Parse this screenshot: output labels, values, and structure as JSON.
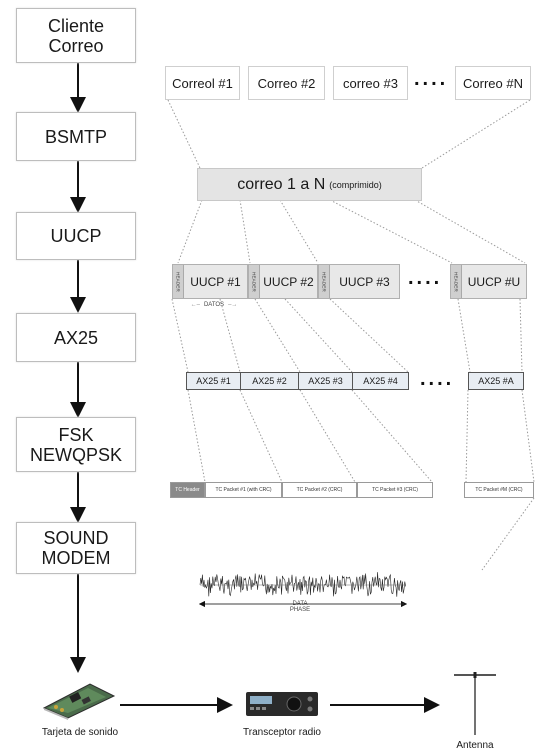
{
  "stack": [
    {
      "label": "Cliente\nCorreo"
    },
    {
      "label": "BSMTP"
    },
    {
      "label": "UUCP"
    },
    {
      "label": "AX25"
    },
    {
      "label": "FSK\nNEWQPSK"
    },
    {
      "label": "SOUND\nMODEM"
    }
  ],
  "mails": [
    "Correol #1",
    "Correo #2",
    "correo #3",
    "Correo #N"
  ],
  "compressed": {
    "main": "correo 1 a N",
    "sub": "(comprimido)"
  },
  "uucp": {
    "header_label": "HEADER",
    "boxes": [
      "UUCP #1",
      "UUCP #2",
      "UUCP #3",
      "UUCP #U"
    ],
    "datos_label": "DATOS"
  },
  "ax25": [
    "AX25 #1",
    "AX25 #2",
    "AX25 #3",
    "AX25 #4",
    "AX25 #A"
  ],
  "tc": {
    "header": "TC Header",
    "packets": [
      "TC Packet #1 (with CRC)",
      "TC Packet #2 (CRC)",
      "TC Packet #3 (CRC)",
      "TC Packet #M (CRC)"
    ]
  },
  "data_phase": {
    "line1": "DATA",
    "line2": "PHASE"
  },
  "ellipsis": "....",
  "hardware": [
    {
      "label": "Tarjeta de sonido",
      "icon": "sound-card-icon"
    },
    {
      "label": "Transceptor radio",
      "icon": "radio-transceiver-icon"
    },
    {
      "label": "Antenna",
      "icon": "antenna-icon"
    }
  ]
}
